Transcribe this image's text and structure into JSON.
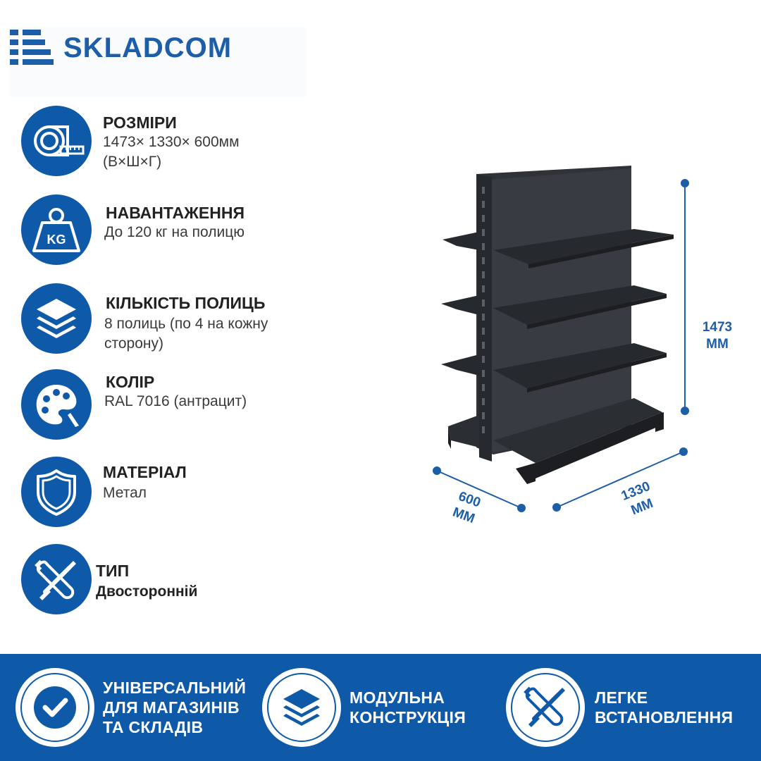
{
  "brand": {
    "name": "SKLADCOM"
  },
  "features": [
    {
      "title": "РОЗМІРИ",
      "desc_lines": [
        "1473× 1330× 600мм",
        "(В×Ш×Г)"
      ],
      "icon": "tape-measure-icon"
    },
    {
      "title": "НАВАНТАЖЕННЯ",
      "desc_lines": [
        "До 120 кг на полицю"
      ],
      "icon": "kg-weight-icon",
      "icon_text": "KG"
    },
    {
      "title": "КІЛЬКІСТЬ ПОЛИЦЬ",
      "desc_lines": [
        "8 полиць (по 4 на кожну",
        "сторону)"
      ],
      "icon": "layers-icon"
    },
    {
      "title": "КОЛІР",
      "desc_lines": [
        "RAL 7016 (антрацит)"
      ],
      "icon": "palette-icon"
    },
    {
      "title": "МАТЕРІАЛ",
      "desc_lines": [
        "Метал"
      ],
      "icon": "shield-icon"
    },
    {
      "title": "ТИП",
      "desc_lines": [
        "Двосторонній"
      ],
      "icon": "tools-icon"
    }
  ],
  "dimensions": {
    "height": {
      "value": "1473",
      "unit": "ММ"
    },
    "width": {
      "value": "1330",
      "unit": "ММ"
    },
    "depth": {
      "value": "600",
      "unit": "ММ"
    }
  },
  "benefits": [
    {
      "lines": [
        "УНІВЕРСАЛЬНИЙ",
        "ДЛЯ МАГАЗИНІВ",
        "ТА СКЛАДІВ"
      ],
      "icon": "checkmark-icon"
    },
    {
      "lines": [
        "МОДУЛЬНА",
        "КОНСТРУКЦІЯ"
      ],
      "icon": "layers-icon"
    },
    {
      "lines": [
        "ЛЕГКЕ",
        "ВСТАНОВЛЕННЯ"
      ],
      "icon": "tools-icon"
    }
  ],
  "colors": {
    "brand_blue": "#0f5aa8",
    "logo_blue": "#1d5ea8",
    "shelf_anthracite": "#2e3136"
  }
}
